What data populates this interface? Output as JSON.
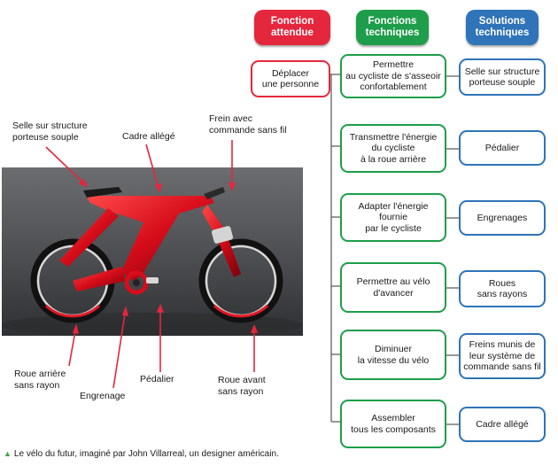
{
  "headers": {
    "function_expected": "Fonction\nattendue",
    "technical_functions": "Fonctions\ntechniques",
    "technical_solutions": "Solutions\ntechniques"
  },
  "main_function": "Déplacer\nune personne",
  "technical_functions": [
    "Permettre\nau cycliste de s'asseoir\nconfortablement",
    "Transmettre l'énergie\ndu cycliste\nà la roue arrière",
    "Adapter l'énergie\nfournie\npar le cycliste",
    "Permettre au vélo\nd'avancer",
    "Diminuer\nla vitesse du vélo",
    "Assembler\ntous les composants"
  ],
  "technical_solutions": [
    "Selle sur structure\nporteuse souple",
    "Pédalier",
    "Engrenages",
    "Roues\nsans rayons",
    "Freins munis de\nleur système de\ncommande sans fil",
    "Cadre allégé"
  ],
  "bike_labels": {
    "seat": "Selle sur structure\nporteuse souple",
    "frame": "Cadre allégé",
    "brake": "Frein avec\ncommande sans fil",
    "rear_wheel": "Roue arrière\nsans rayon",
    "gearing": "Engrenage",
    "pedals": "Pédalier",
    "front_wheel": "Roue avant\nsans rayon"
  },
  "caption": "Le vélo du futur, imaginé par John Villarreal, un designer américain.",
  "colors": {
    "red": "#e5273d",
    "green": "#1e9e4a",
    "blue": "#2f74b8"
  }
}
